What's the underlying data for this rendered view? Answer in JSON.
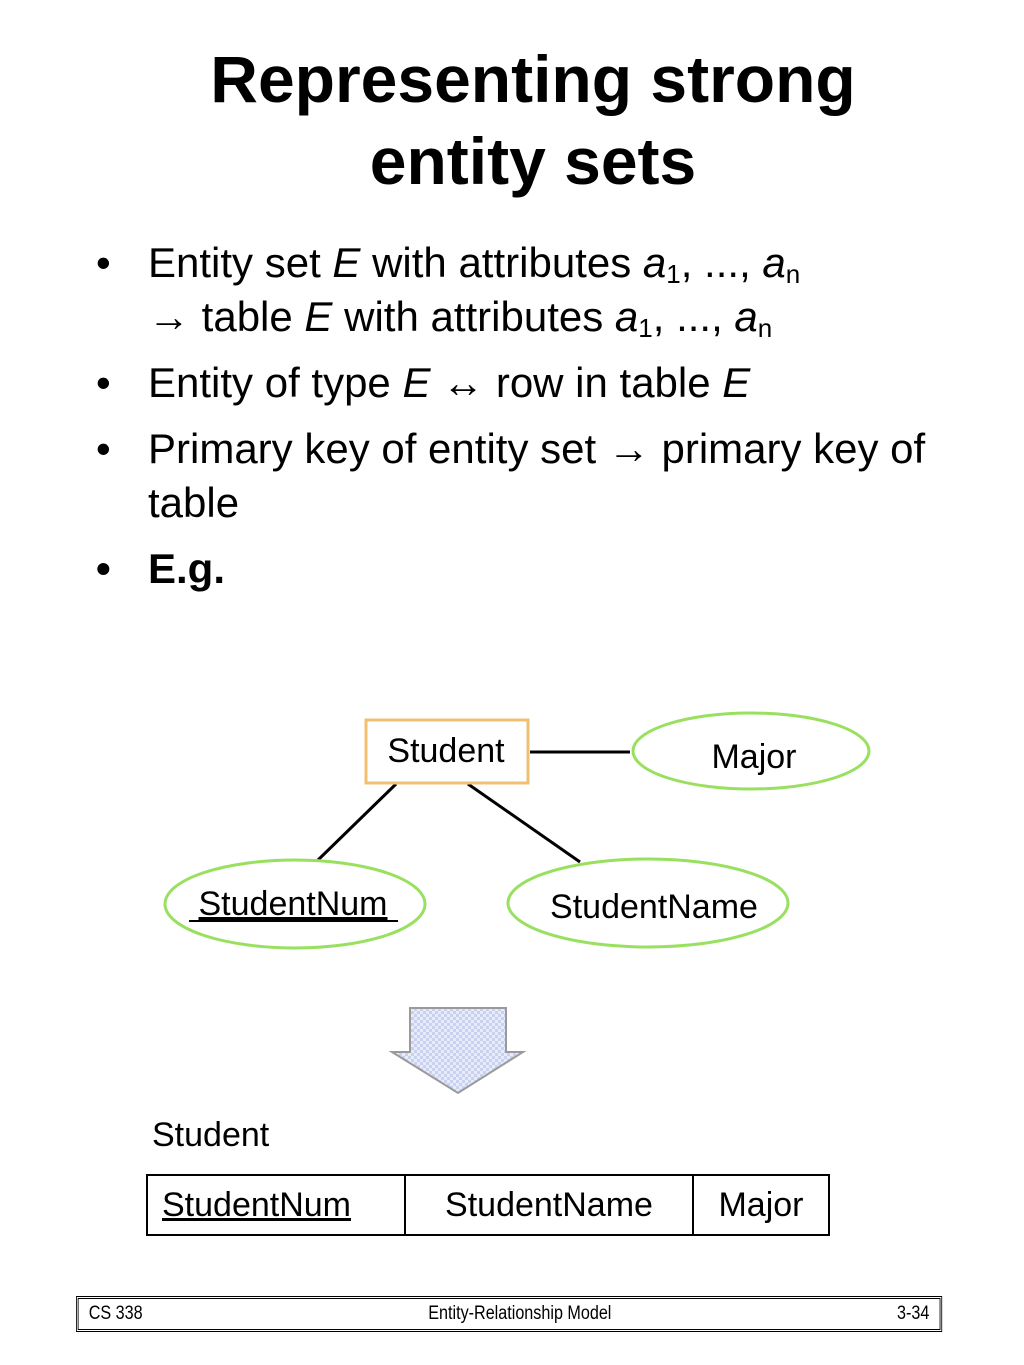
{
  "title": {
    "line1": "Representing strong",
    "line2": "entity sets"
  },
  "bullets": {
    "b1": {
      "t1": "Entity set ",
      "e1": "E",
      "t2": " with attributes ",
      "a1": "a",
      "s1": "1",
      "t3": ", ..., ",
      "an": "a",
      "sn": "n",
      "arrow": "→",
      "t4": " table ",
      "e2": "E",
      "t5": " with attributes ",
      "a2": "a",
      "s2": "1",
      "t6": ", ..., ",
      "an2": "a",
      "sn2": "n"
    },
    "b2": {
      "t1": "Entity of type ",
      "e1": "E",
      "arrow": " ↔ ",
      "t2": "row in table ",
      "e2": "E"
    },
    "b3": {
      "t1": "Primary key of entity set ",
      "arrow": "→",
      "t2": " primary key of table"
    },
    "b4": {
      "t1": "E.g."
    },
    "marker": "•"
  },
  "diagram": {
    "entity": "Student",
    "attributes": [
      "StudentNum",
      "StudentName",
      "Major"
    ],
    "key_attribute": "StudentNum",
    "colors": {
      "entity_border": "#f0c070",
      "attribute_border": "#99e060",
      "arrow_fill": "#dde4f6",
      "arrow_stroke": "#9a9a9a"
    }
  },
  "table": {
    "caption": "Student",
    "columns": [
      "StudentNum",
      "StudentName",
      "Major"
    ]
  },
  "footer": {
    "left": "CS 338",
    "center": "Entity-Relationship Model",
    "right": "3-34"
  }
}
